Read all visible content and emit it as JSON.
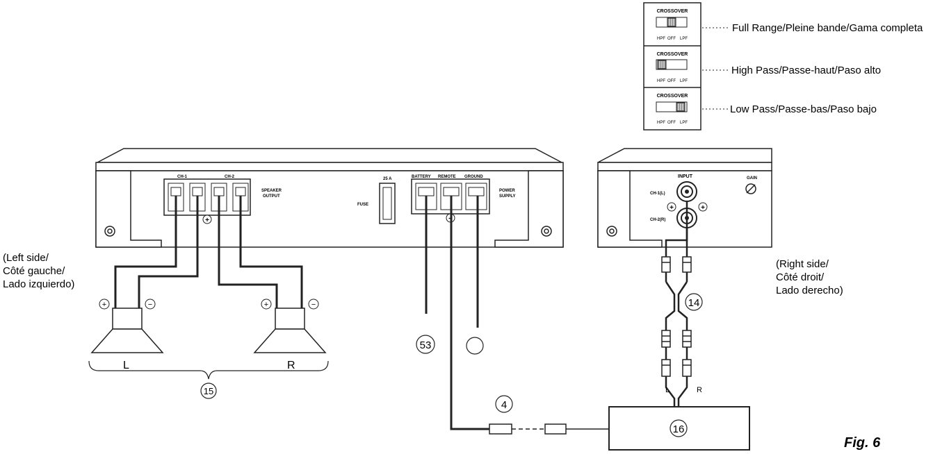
{
  "crossover": {
    "panel_title": "CROSSOVER",
    "positions": [
      "HPF",
      "OFF",
      "LPF"
    ],
    "options": [
      "Full Range/Pleine bande/Gama completa",
      "High Pass/Passe-haut/Paso alto",
      "Low Pass/Passe-bas/Paso bajo"
    ]
  },
  "amplifier_left": {
    "channel_1": "CH-1",
    "channel_2": "CH-2",
    "speaker_output": [
      "SPEAKER",
      "OUTPUT"
    ],
    "fuse_rating": "25 A",
    "fuse": "FUSE",
    "terminals": [
      "BATTERY",
      "REMOTE",
      "GROUND"
    ],
    "power_supply": [
      "POWER",
      "SUPPLY"
    ]
  },
  "amplifier_right": {
    "input": "INPUT",
    "ch1": "CH-1(L)",
    "ch2": "CH-2(R)",
    "gain": "GAIN"
  },
  "left_side": [
    "(Left side/",
    "Côté gauche/",
    "Lado izquierdo)"
  ],
  "right_side": [
    "(Right side/",
    "Côté droit/",
    "Lado derecho)"
  ],
  "speakers": {
    "left": "L",
    "right": "R",
    "plus": "+",
    "minus": "−"
  },
  "callouts": {
    "speakers": "15",
    "rca_cable": "14",
    "battery": "53",
    "remote": "4",
    "source": "16"
  },
  "rca_split": {
    "left": "L",
    "right": "R"
  },
  "figure": "Fig. 6"
}
